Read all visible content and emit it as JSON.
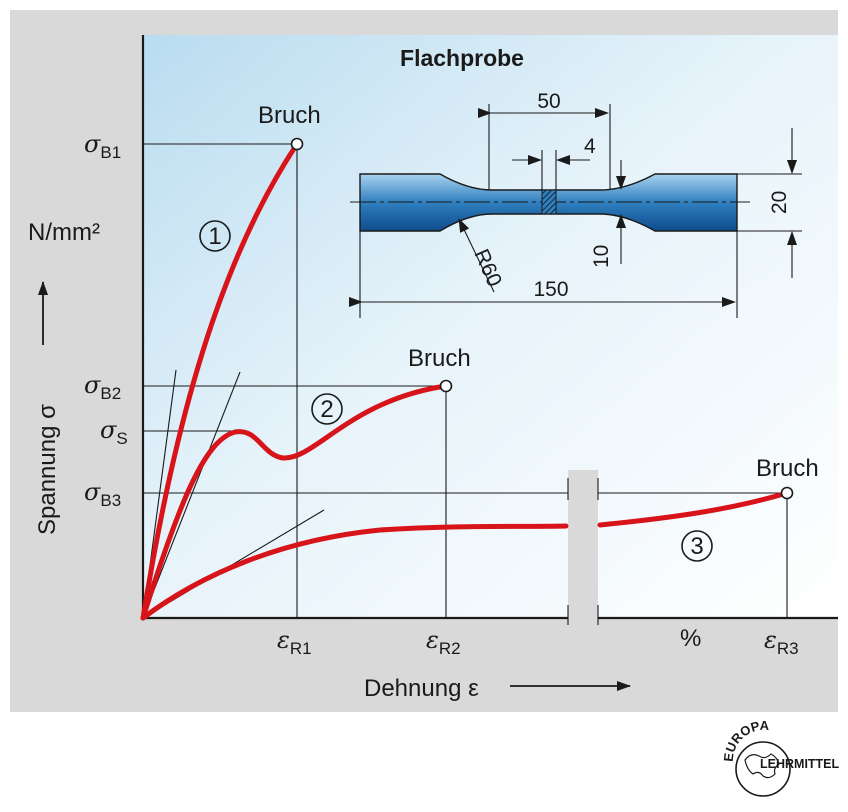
{
  "diagram": {
    "title": "Flachprobe",
    "y_axis_label": "Spannung σ",
    "y_unit": "N/mm²",
    "x_axis_label": "Dehnung ε",
    "x_unit": "%",
    "fracture_label": "Bruch",
    "curve_numbers": [
      "1",
      "2",
      "3"
    ],
    "stress_ticks": [
      {
        "symbol": "σ",
        "sub": "B1"
      },
      {
        "symbol": "σ",
        "sub": "B2"
      },
      {
        "symbol": "σ",
        "sub": "S"
      },
      {
        "symbol": "σ",
        "sub": "B3"
      }
    ],
    "strain_ticks": [
      {
        "symbol": "ε",
        "sub": "R1"
      },
      {
        "symbol": "ε",
        "sub": "R2"
      },
      {
        "symbol": "ε",
        "sub": "R3"
      }
    ],
    "specimen_dimensions": {
      "gauge_length": "50",
      "mark_width": "4",
      "thickness": "20",
      "narrow_width": "10",
      "radius": "R60",
      "total_length": "150"
    }
  },
  "logo": {
    "line1": "EUROPA",
    "line2": "LEHRMITTEL"
  },
  "colors": {
    "curve": "#d8141b",
    "specimen": "#2f7fbf",
    "background": "#c9e3f2",
    "frame": "#d8d8d8"
  }
}
